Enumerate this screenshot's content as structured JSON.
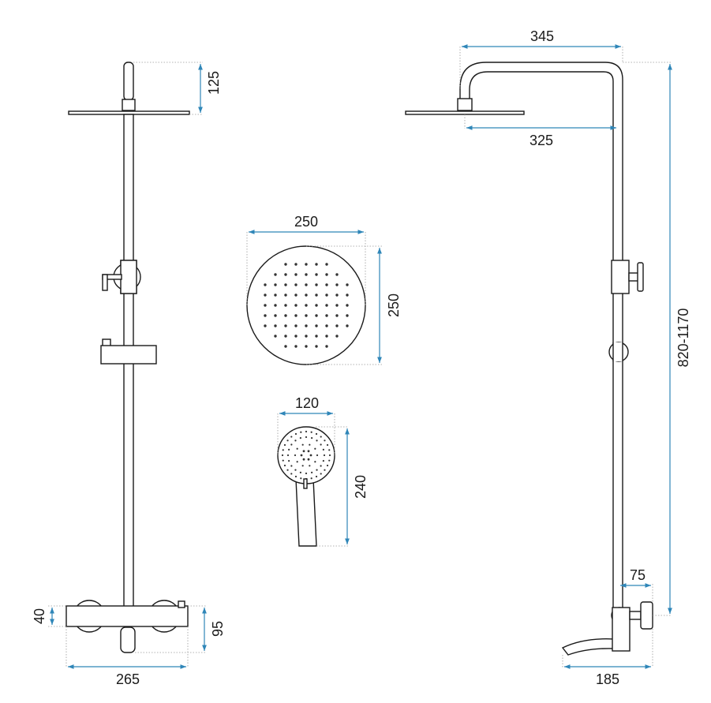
{
  "dimensions": {
    "front_top_height": "125",
    "front_base_height": "40",
    "front_spout_height": "95",
    "front_width": "265",
    "side_arm_length": "345",
    "side_head_reach": "325",
    "side_height_range": "820-1170",
    "side_spout_offset": "75",
    "side_spout_length": "185",
    "head_width": "250",
    "head_height": "250",
    "hand_width": "120",
    "hand_height": "240"
  },
  "colors": {
    "dimension_line": "#2f86b8",
    "outline": "#1a1a1a",
    "extension_line": "#9a9a9a"
  }
}
